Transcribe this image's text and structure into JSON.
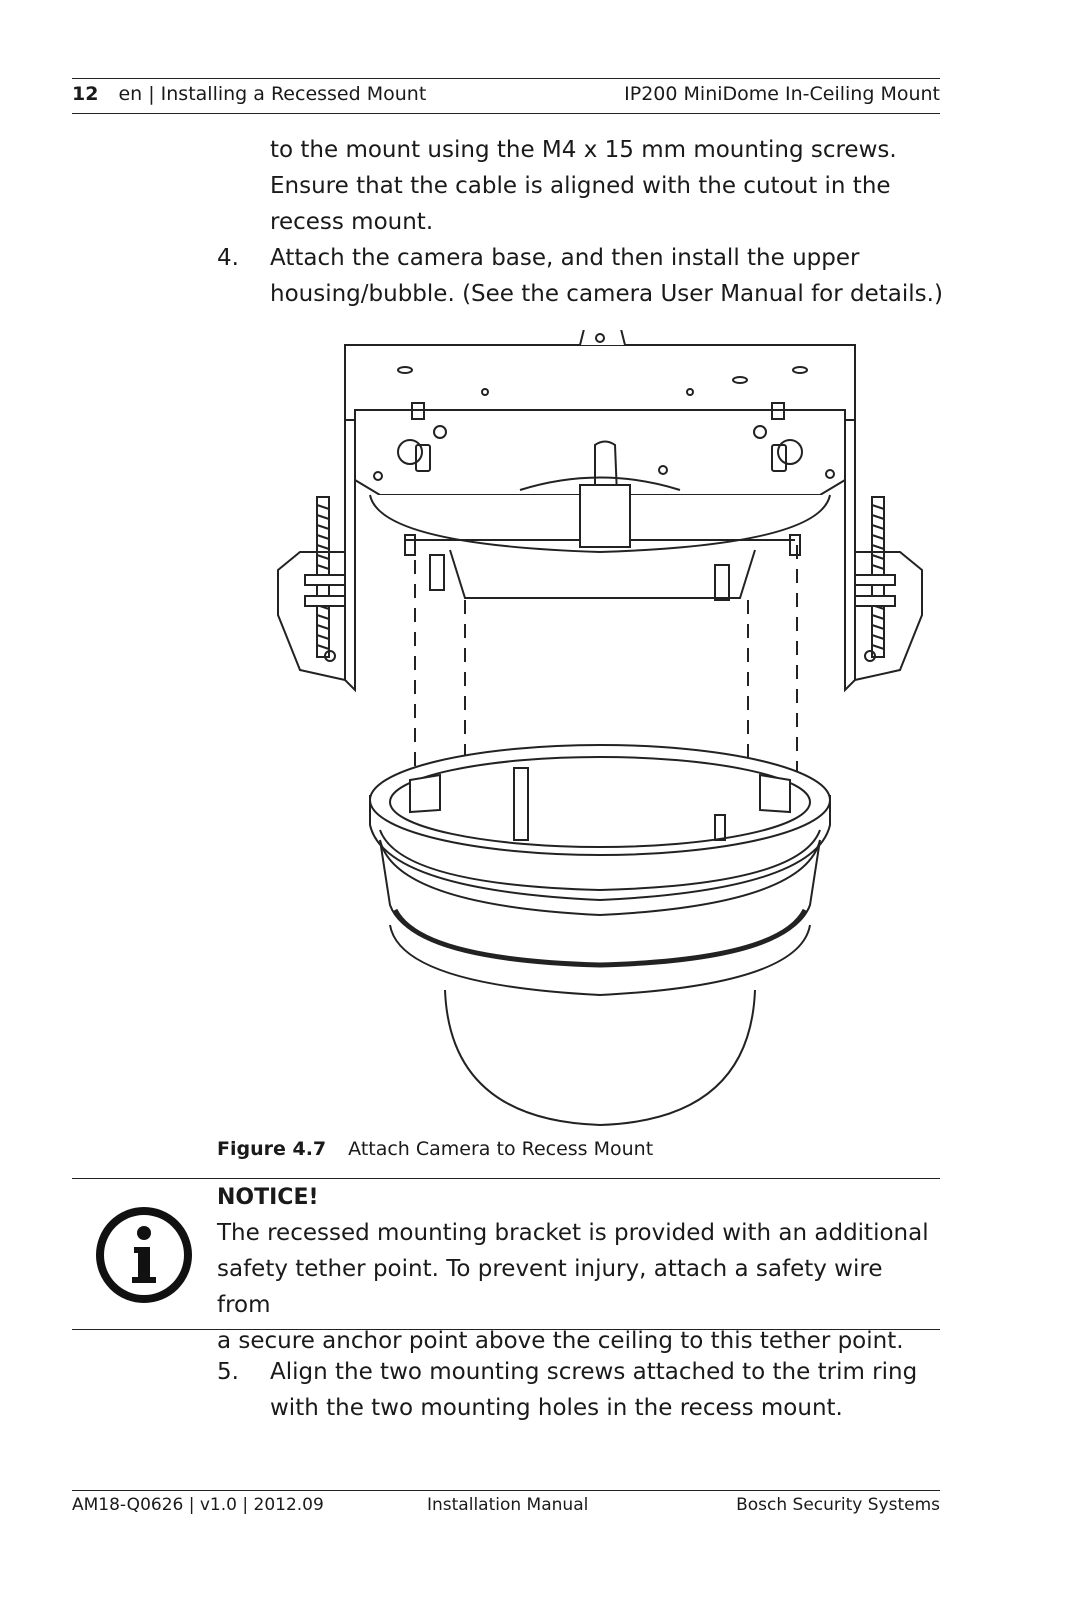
{
  "header": {
    "page_number": "12",
    "section": "en | Installing a Recessed Mount",
    "product": "IP200 MiniDome In-Ceiling Mount"
  },
  "continuation": {
    "line1": "to the mount using the M4 x 15 mm mounting screws.",
    "line2": "Ensure that the cable is aligned with the cutout in the",
    "line3": "recess mount."
  },
  "step4": {
    "number": "4.",
    "line1": "Attach the camera base, and then install the upper",
    "line2": "housing/bubble. (See the camera User Manual for details.)"
  },
  "figure": {
    "label": "Figure 4.7",
    "caption": "Attach Camera to Recess Mount",
    "icon": "recess-mount-camera-illustration"
  },
  "notice": {
    "icon": "info-icon",
    "title": "NOTICE!",
    "line1": "The recessed mounting bracket is provided with an additional",
    "line2": "safety tether point. To prevent injury, attach a safety wire from",
    "line3": "a secure anchor point above the ceiling to this tether point."
  },
  "step5": {
    "number": "5.",
    "line1": "Align the two mounting screws attached to the trim ring",
    "line2": "with the two mounting holes in the recess mount."
  },
  "footer": {
    "doc_id": "AM18-Q0626 | v1.0 | 2012.09",
    "doc_type": "Installation Manual",
    "company": "Bosch Security Systems"
  }
}
